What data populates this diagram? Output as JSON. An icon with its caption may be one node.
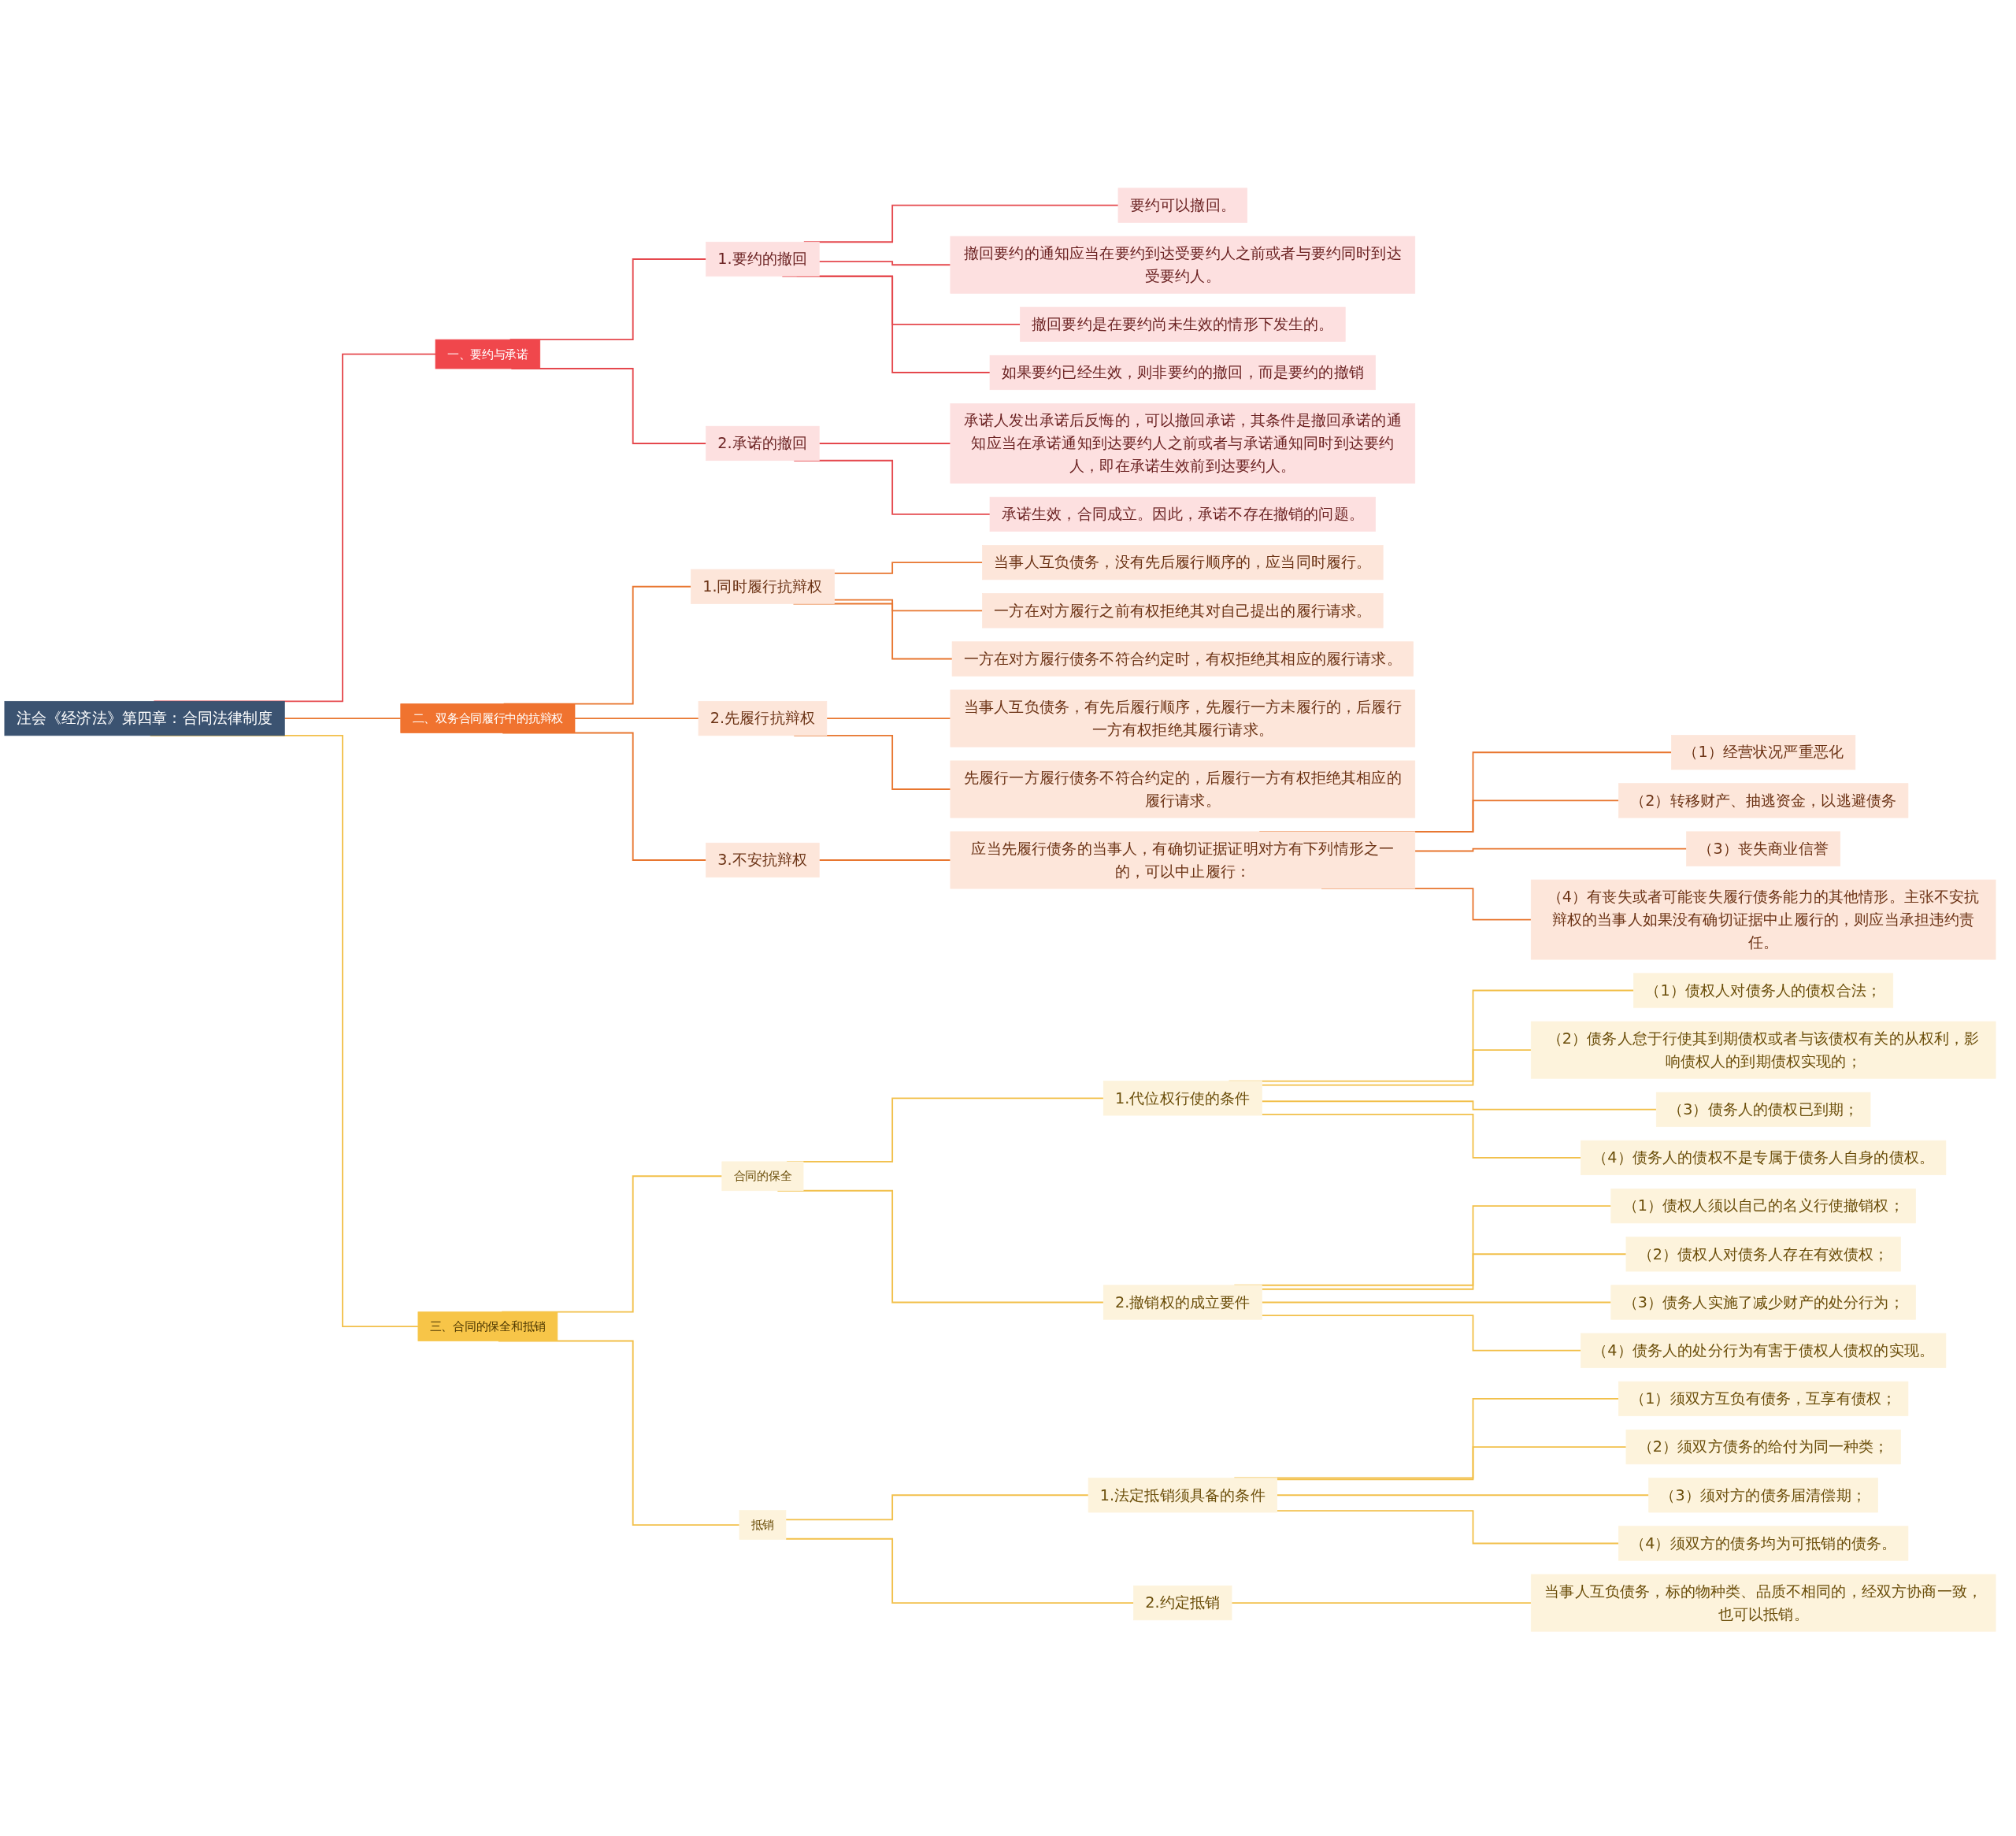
{
  "diagram": {
    "nodes": [
      {
        "text": [
          "注会《经济法》第四章：合同法律制度"
        ]
      },
      {
        "text": [
          "一、要约与承诺"
        ]
      },
      {
        "text": [
          "1.要约的撤回"
        ]
      },
      {
        "text": [
          "要约可以撤回。"
        ]
      },
      {
        "text": [
          "撤回要约的通知应当在要约到达受要约人之前或者与要约同时到达受要约人。"
        ]
      },
      {
        "text": [
          "撤回要约是在要约尚未生效的情形下发生的。"
        ]
      },
      {
        "text": [
          "如果要约已经生效，则非要约的撤回，而是要约的撤销"
        ]
      },
      {
        "text": [
          "2.承诺的撤回"
        ]
      },
      {
        "text": [
          "承诺人发出承诺后反悔的，可以撤回承诺，其条件是撤回承诺的通知应当在承诺通知到达要约人之前或者与承诺通知同时到达要约人，即在承诺生效前到达要约人。"
        ]
      },
      {
        "text": [
          "承诺生效，合同成立。因此，承诺不存在撤销的问题。"
        ]
      },
      {
        "text": [
          "二、双务合同履行中的抗辩权"
        ]
      },
      {
        "text": [
          "1.同时履行抗辩权"
        ]
      },
      {
        "text": [
          "当事人互负债务，没有先后履行顺序的，应当同时履行。"
        ]
      },
      {
        "text": [
          "一方在对方履行之前有权拒绝其对自己提出的履行请求。"
        ]
      },
      {
        "text": [
          "一方在对方履行债务不符合约定时，有权拒绝其相应的履行请求。"
        ]
      },
      {
        "text": [
          "2.先履行抗辩权"
        ]
      },
      {
        "text": [
          "当事人互负债务，有先后履行顺序，先履行一方未履行的，后履行一方有权拒绝其履行请求。"
        ]
      },
      {
        "text": [
          "先履行一方履行债务不符合约定的，后履行一方有权拒绝其相应的履行请求。"
        ]
      },
      {
        "text": [
          "3.不安抗辩权"
        ]
      },
      {
        "text": [
          "应当先履行债务的当事人，有确切证据证明对方有下列情形之一的，可以中止履行："
        ]
      },
      {
        "text": [
          "（1）经营状况严重恶化"
        ]
      },
      {
        "text": [
          "（2）转移财产、抽逃资金，以逃避债务"
        ]
      },
      {
        "text": [
          "（3）丧失商业信誉"
        ]
      },
      {
        "text": [
          "（4）有丧失或者可能丧失履行债务能力的其他情形。主张不安抗辩权的当事人如果没有确切证据中止履行的，则应当承担违约责任。"
        ]
      },
      {
        "text": [
          "三、合同的保全和抵销"
        ]
      },
      {
        "text": [
          "合同的保全"
        ]
      },
      {
        "text": [
          "1.代位权行使的条件"
        ]
      },
      {
        "text": [
          "（1）债权人对债务人的债权合法；"
        ]
      },
      {
        "text": [
          "（2）债务人怠于行使其到期债权或者与该债权有关的从权利，影响债权人的到期债权实现的；"
        ]
      },
      {
        "text": [
          "（3）债务人的债权已到期；"
        ]
      },
      {
        "text": [
          "（4）债务人的债权不是专属于债务人自身的债权。"
        ]
      },
      {
        "text": [
          "2.撤销权的成立要件"
        ]
      },
      {
        "text": [
          "（1）债权人须以自己的名义行使撤销权；"
        ]
      },
      {
        "text": [
          "（2）债权人对债务人存在有效债权；"
        ]
      },
      {
        "text": [
          "（3）债务人实施了减少财产的处分行为；"
        ]
      },
      {
        "text": [
          "（4）债务人的处分行为有害于债权人债权的实现。"
        ]
      },
      {
        "text": [
          "抵销"
        ]
      },
      {
        "text": [
          "1.法定抵销须具备的条件"
        ]
      },
      {
        "text": [
          "（1）须双方互负有债务，互享有债权；"
        ]
      },
      {
        "text": [
          "（2）须双方债务的给付为同一种类；"
        ]
      },
      {
        "text": [
          "（3）须对方的债务届清偿期；"
        ]
      },
      {
        "text": [
          "（4）须双方的债务均为可抵销的债务。"
        ]
      },
      {
        "text": [
          "2.约定抵销"
        ]
      },
      {
        "text": [
          "当事人互负债务，标的物种类、品质不相同的，经双方协商一致，也可以抵销。"
        ]
      }
    ],
    "edges": [
      {
        "from": 0,
        "to": 1,
        "arrow": "none",
        "color": "#e5484d"
      },
      {
        "from": 1,
        "to": 2,
        "arrow": "none",
        "color": "#e5484d"
      },
      {
        "from": 2,
        "to": 3,
        "arrow": "none",
        "color": "#e5484d"
      },
      {
        "from": 2,
        "to": 4,
        "arrow": "none",
        "color": "#e5484d"
      },
      {
        "from": 2,
        "to": 5,
        "arrow": "none",
        "color": "#e5484d"
      },
      {
        "from": 2,
        "to": 6,
        "arrow": "none",
        "color": "#e5484d"
      },
      {
        "from": 1,
        "to": 7,
        "arrow": "none",
        "color": "#e5484d"
      },
      {
        "from": 7,
        "to": 8,
        "arrow": "none",
        "color": "#e5484d"
      },
      {
        "from": 7,
        "to": 9,
        "arrow": "none",
        "color": "#e5484d"
      },
      {
        "from": 0,
        "to": 10,
        "arrow": "none",
        "color": "#e8762f"
      },
      {
        "from": 10,
        "to": 11,
        "arrow": "none",
        "color": "#e8762f"
      },
      {
        "from": 11,
        "to": 12,
        "arrow": "none",
        "color": "#e8762f"
      },
      {
        "from": 11,
        "to": 13,
        "arrow": "none",
        "color": "#e8762f"
      },
      {
        "from": 11,
        "to": 14,
        "arrow": "none",
        "color": "#e8762f"
      },
      {
        "from": 10,
        "to": 15,
        "arrow": "none",
        "color": "#e8762f"
      },
      {
        "from": 15,
        "to": 16,
        "arrow": "none",
        "color": "#e8762f"
      },
      {
        "from": 15,
        "to": 17,
        "arrow": "none",
        "color": "#e8762f"
      },
      {
        "from": 10,
        "to": 18,
        "arrow": "none",
        "color": "#e8762f"
      },
      {
        "from": 18,
        "to": 19,
        "arrow": "none",
        "color": "#e8762f"
      },
      {
        "from": 19,
        "to": 20,
        "arrow": "none",
        "color": "#e8762f"
      },
      {
        "from": 19,
        "to": 21,
        "arrow": "none",
        "color": "#e8762f"
      },
      {
        "from": 19,
        "to": 22,
        "arrow": "none",
        "color": "#e8762f"
      },
      {
        "from": 19,
        "to": 23,
        "arrow": "none",
        "color": "#e8762f"
      },
      {
        "from": 0,
        "to": 24,
        "arrow": "none"
      },
      {
        "from": 24,
        "to": 25,
        "arrow": "none"
      },
      {
        "from": 25,
        "to": 26,
        "arrow": "none"
      },
      {
        "from": 26,
        "to": 27,
        "arrow": "none"
      },
      {
        "from": 26,
        "to": 28,
        "arrow": "none"
      },
      {
        "from": 26,
        "to": 29,
        "arrow": "none"
      },
      {
        "from": 26,
        "to": 30,
        "arrow": "none"
      },
      {
        "from": 25,
        "to": 31,
        "arrow": "none"
      },
      {
        "from": 31,
        "to": 32,
        "arrow": "none"
      },
      {
        "from": 31,
        "to": 33,
        "arrow": "none"
      },
      {
        "from": 31,
        "to": 34,
        "arrow": "none"
      },
      {
        "from": 31,
        "to": 35,
        "arrow": "none"
      },
      {
        "from": 24,
        "to": 36,
        "arrow": "none"
      },
      {
        "from": 36,
        "to": 37,
        "arrow": "none"
      },
      {
        "from": 37,
        "to": 38,
        "arrow": "none"
      },
      {
        "from": 37,
        "to": 39,
        "arrow": "none"
      },
      {
        "from": 37,
        "to": 40,
        "arrow": "none"
      },
      {
        "from": 37,
        "to": 41,
        "arrow": "none"
      },
      {
        "from": 36,
        "to": 42,
        "arrow": "none"
      },
      {
        "from": 42,
        "to": 43,
        "arrow": "none"
      }
    ]
  }
}
